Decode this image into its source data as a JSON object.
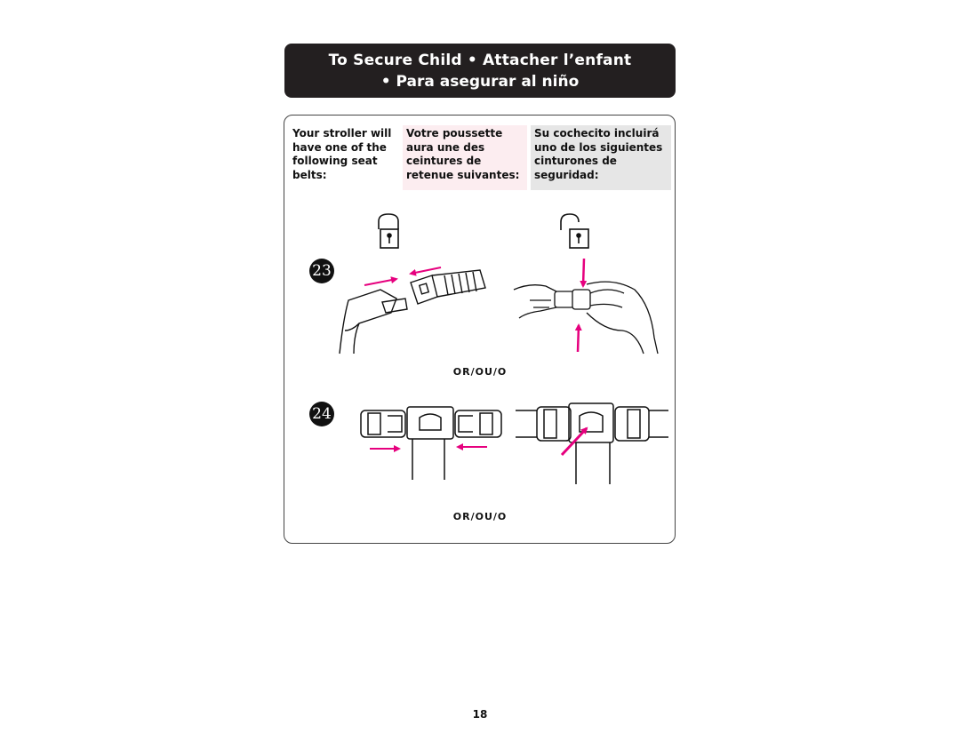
{
  "header": {
    "line1": "To Secure Child  •  Attacher l’enfant",
    "line2": "•  Para asegurar al niño"
  },
  "intro": {
    "en": "Your stroller will have one of the following seat belts:",
    "fr": "Votre poussette aura une des ceintures de retenue suivantes:",
    "es": "Su cochecito incluirá uno de los siguientes cinturones de seguridad:"
  },
  "steps": [
    {
      "number": "23"
    },
    {
      "number": "24"
    }
  ],
  "separators": [
    "OR/OU/O",
    "OR/OU/O"
  ],
  "icons": [
    "padlock-locked-icon",
    "padlock-unlocked-icon"
  ],
  "colors": {
    "accent": "#e6007e",
    "title_bg": "#231f20",
    "fr_bg": "#fcedf0",
    "es_bg": "#e6e6e6"
  },
  "page_number": "18"
}
